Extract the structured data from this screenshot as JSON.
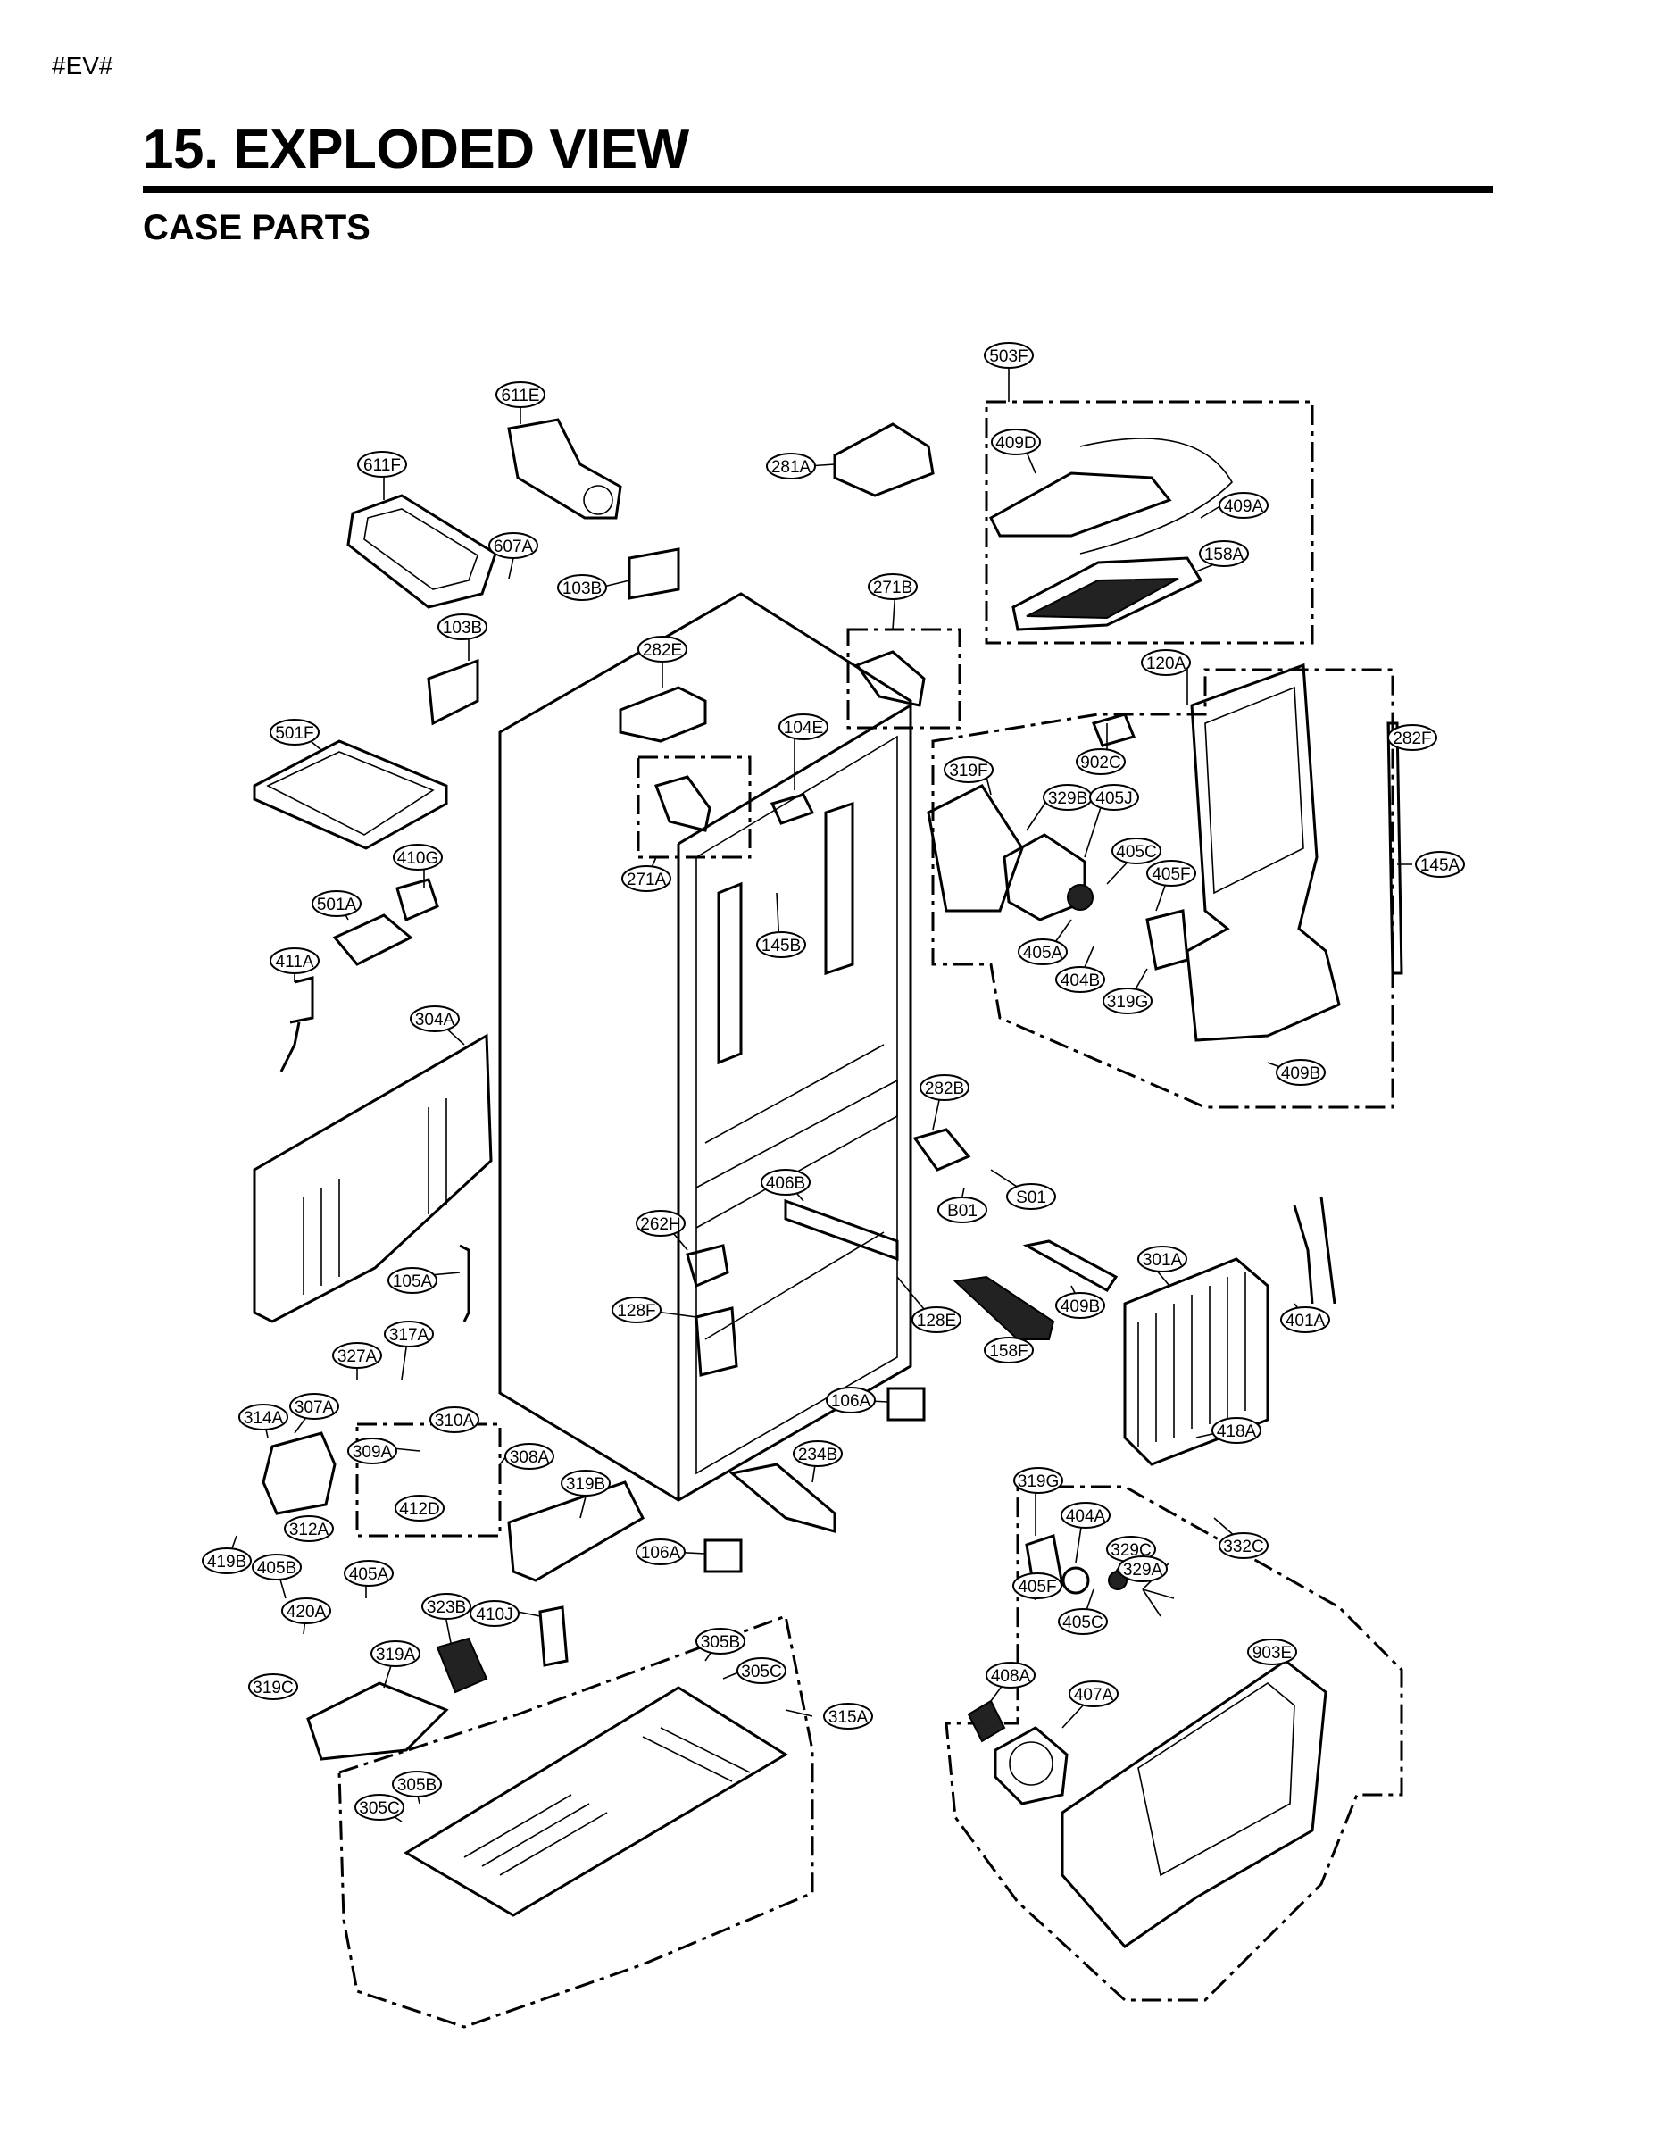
{
  "header": {
    "marker": "#EV#",
    "title": "15. EXPLODED VIEW",
    "section": "CASE PARTS"
  },
  "callouts": [
    "503F",
    "611E",
    "281A",
    "409D",
    "611F",
    "409A",
    "607A",
    "158A",
    "103B",
    "271B",
    "103B",
    "282E",
    "120A",
    "501F",
    "104E",
    "282F",
    "319F",
    "902C",
    "329B",
    "405J",
    "410G",
    "271A",
    "145A",
    "405C",
    "405F",
    "501A",
    "405A",
    "145B",
    "404B",
    "319G",
    "411A",
    "304A",
    "409B",
    "282B",
    "406B",
    "S01",
    "B01",
    "262H",
    "409B",
    "301A",
    "105A",
    "401A",
    "128F",
    "128E",
    "158F",
    "327A",
    "317A",
    "106A",
    "418A",
    "314A",
    "307A",
    "310A",
    "309A",
    "308A",
    "234B",
    "412D",
    "319B",
    "319G",
    "312A",
    "404A",
    "332C",
    "419B",
    "106A",
    "405B",
    "329C",
    "405A",
    "329A",
    "405F",
    "405C",
    "323B",
    "410J",
    "420A",
    "305B",
    "903E",
    "319A",
    "305C",
    "319C",
    "408A",
    "407A",
    "315A",
    "305B",
    "305C"
  ]
}
